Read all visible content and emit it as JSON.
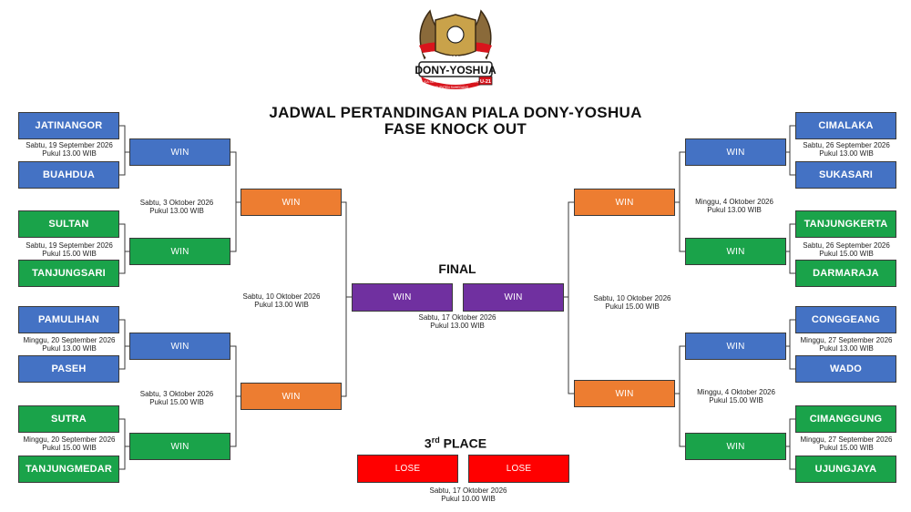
{
  "title": {
    "line1": "JADWAL PERTANDINGAN PIALA DONY-YOSHUA",
    "line2": "FASE KNOCK OUT"
  },
  "logo": {
    "top": "PIALA",
    "name": "DONY-YOSHUA",
    "tagline": "LIGA SEPAKBOLA ANTAR KECAMATAN",
    "age": "U-21",
    "region": "KABUPATEN SUMEDANG"
  },
  "colors": {
    "blue": "#4472c4",
    "green": "#1aa34a",
    "orange": "#ed7d31",
    "purple": "#7030a0",
    "red": "#ff0000"
  },
  "left": {
    "teams": [
      "JATINANGOR",
      "BUAHDUA",
      "SULTAN",
      "TANJUNGSARI",
      "PAMULIHAN",
      "PASEH",
      "SUTRA",
      "TANJUNGMEDAR"
    ],
    "r1_dates": [
      [
        "Sabtu, 19 September 2026",
        "Pukul 13.00 WIB"
      ],
      [
        "Sabtu, 19 September 2026",
        "Pukul 15.00 WIB"
      ],
      [
        "Minggu, 20 September 2026",
        "Pukul 13.00 WIB"
      ],
      [
        "Minggu, 20 September 2026",
        "Pukul 15.00 WIB"
      ]
    ],
    "qf_labels": [
      "WIN",
      "WIN",
      "WIN",
      "WIN"
    ],
    "qf_dates": [
      [
        "Sabtu, 3 Oktober 2026",
        "Pukul 13.00 WIB"
      ],
      [
        "Sabtu, 3 Oktober 2026",
        "Pukul 15.00 WIB"
      ]
    ],
    "sf_labels": [
      "WIN",
      "WIN"
    ],
    "sf_date": [
      "Sabtu, 10 Oktober 2026",
      "Pukul 13.00 WIB"
    ]
  },
  "right": {
    "teams": [
      "CIMALAKA",
      "SUKASARI",
      "TANJUNGKERTA",
      "DARMARAJA",
      "CONGGEANG",
      "WADO",
      "CIMANGGUNG",
      "UJUNGJAYA"
    ],
    "r1_dates": [
      [
        "Sabtu, 26 September 2026",
        "Pukul 13.00 WIB"
      ],
      [
        "Sabtu, 26 September 2026",
        "Pukul 15.00 WIB"
      ],
      [
        "Minggu, 27 September 2026",
        "Pukul 13.00 WIB"
      ],
      [
        "Minggu, 27 September 2026",
        "Pukul 15.00 WIB"
      ]
    ],
    "qf_labels": [
      "WIN",
      "WIN",
      "WIN",
      "WIN"
    ],
    "qf_dates": [
      [
        "Minggu, 4 Oktober 2026",
        "Pukul 13.00 WIB"
      ],
      [
        "Minggu, 4 Oktober 2026",
        "Pukul 15.00 WIB"
      ]
    ],
    "sf_labels": [
      "WIN",
      "WIN"
    ],
    "sf_date": [
      "Sabtu, 10 Oktober 2026",
      "Pukul 15.00 WIB"
    ]
  },
  "final": {
    "label": "FINAL",
    "slots": [
      "WIN",
      "WIN"
    ],
    "date": [
      "Sabtu, 17 Oktober 2026",
      "Pukul 13.00 WIB"
    ]
  },
  "third_place": {
    "label_main": "3",
    "label_sup": "rd",
    "label_rest": " PLACE",
    "slots": [
      "LOSE",
      "LOSE"
    ],
    "date": [
      "Sabtu, 17 Oktober 2026",
      "Pukul 10.00 WIB"
    ]
  }
}
